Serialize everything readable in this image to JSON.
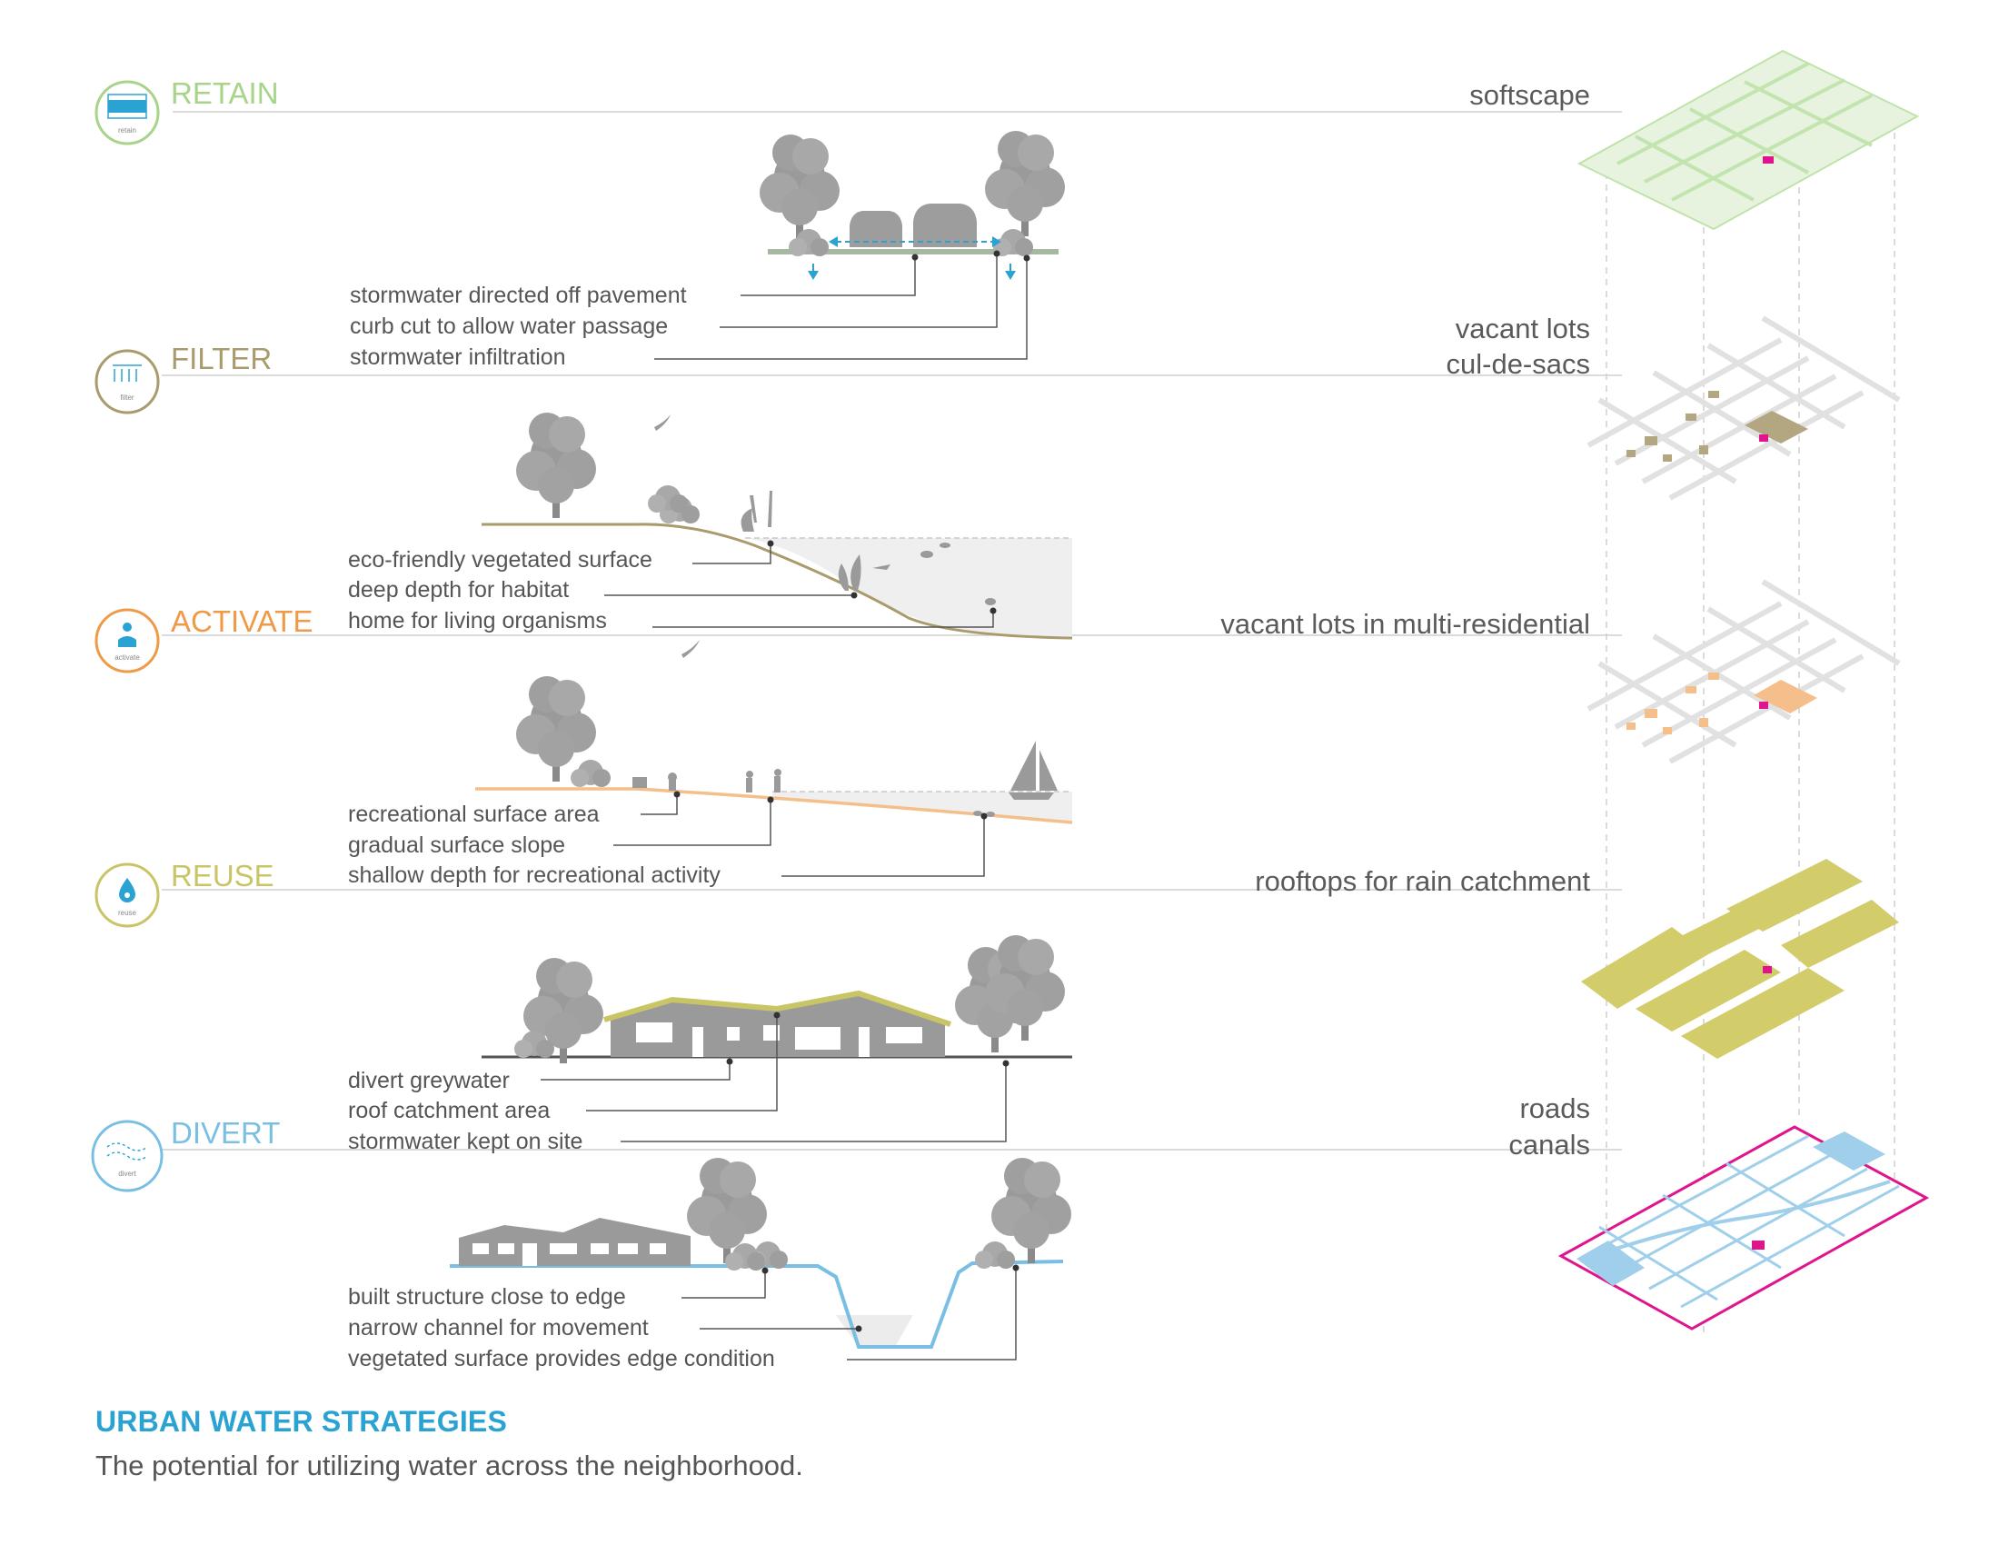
{
  "strategies": [
    {
      "name": "RETAIN",
      "icon_label": "retain",
      "color": "#a7d489",
      "icon": "retain-icon",
      "callouts": [
        "stormwater directed off pavement",
        "curb cut to allow water passage",
        "stormwater infiltration"
      ]
    },
    {
      "name": "FILTER",
      "icon_label": "filter",
      "color": "#a99b6b",
      "icon": "filter-icon",
      "callouts": [
        "eco-friendly vegetated surface",
        "deep depth for habitat",
        "home for living organisms"
      ]
    },
    {
      "name": "ACTIVATE",
      "icon_label": "activate",
      "color": "#ef9a47",
      "icon": "activate-icon",
      "callouts": [
        "recreational surface area",
        "gradual surface slope",
        "shallow depth for recreational activity"
      ]
    },
    {
      "name": "REUSE",
      "icon_label": "reuse",
      "color": "#c9c566",
      "icon": "reuse-icon",
      "callouts": [
        "divert greywater",
        "roof catchment area",
        "stormwater kept on site"
      ]
    },
    {
      "name": "DIVERT",
      "icon_label": "divert",
      "color": "#79bfe3",
      "icon": "divert-icon",
      "callouts": [
        "built structure close to edge",
        "narrow channel for movement",
        "vegetated surface provides edge condition"
      ]
    }
  ],
  "layers": [
    {
      "lines": [
        "softscape"
      ],
      "color": "#bfe3a9"
    },
    {
      "lines": [
        "vacant lots",
        "cul-de-sacs"
      ],
      "color": "#b3a781"
    },
    {
      "lines": [
        "vacant lots in multi-residential"
      ],
      "color": "#f4bf8b"
    },
    {
      "lines": [
        "rooftops for rain catchment"
      ],
      "color": "#d2cc6b"
    },
    {
      "lines": [
        "roads",
        "canals"
      ],
      "color": "#9fcfea"
    }
  ],
  "accent_pink": "#e0148c",
  "footer": {
    "title": "URBAN WATER STRATEGIES",
    "subtitle": "The potential for utilizing water across the neighborhood."
  }
}
